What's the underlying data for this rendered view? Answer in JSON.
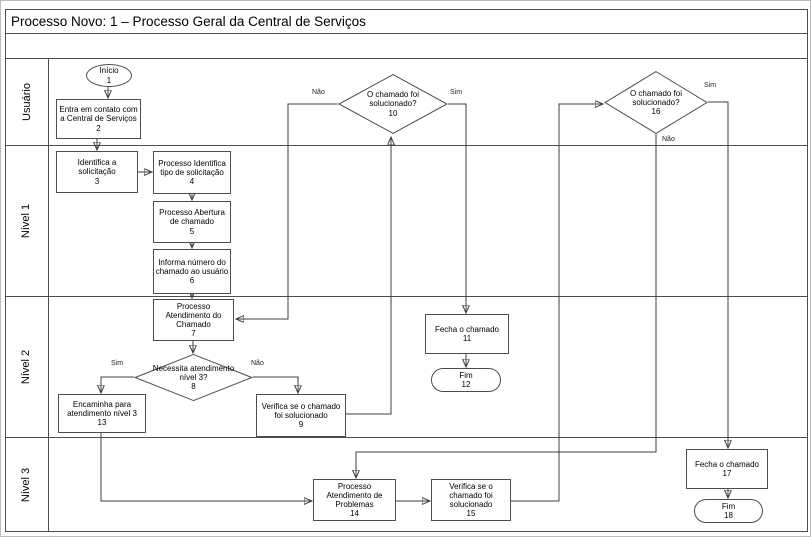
{
  "title": "Processo Novo: 1 – Processo Geral da Central de Serviços",
  "colors": {
    "line": "#3f3f3f",
    "node_border": "#4d4d4d",
    "background": "#ffffff",
    "text": "#000000"
  },
  "lanes": [
    {
      "label": "Usuário"
    },
    {
      "label": "Nível 1"
    },
    {
      "label": "Nível 2"
    },
    {
      "label": "Nível 3"
    }
  ],
  "nodes": [
    {
      "shape": "oval",
      "label": "Início",
      "num": "1"
    },
    {
      "shape": "rect",
      "label": "Entra em contato com a Central de Serviços",
      "num": "2"
    },
    {
      "shape": "rect",
      "label": "Identifica a solicitação",
      "num": "3"
    },
    {
      "shape": "rect",
      "label": "Processo Identifica tipo de solicitação",
      "num": "4"
    },
    {
      "shape": "rect",
      "label": "Processo Abertura de chamado",
      "num": "5"
    },
    {
      "shape": "rect",
      "label": "Informa número do chamado ao usuário",
      "num": "6"
    },
    {
      "shape": "rect",
      "label": "Processo Atendimento do Chamado",
      "num": "7"
    },
    {
      "shape": "diamond",
      "label": "Necessita atendimento nível 3?",
      "num": "8"
    },
    {
      "shape": "rect",
      "label": "Verifica se o chamado foi solucionado",
      "num": "9"
    },
    {
      "shape": "diamond",
      "label": "O chamado foi solucionado?",
      "num": "10"
    },
    {
      "shape": "rect",
      "label": "Fecha o chamado",
      "num": "11"
    },
    {
      "shape": "oval",
      "label": "Fim",
      "num": "12"
    },
    {
      "shape": "rect",
      "label": "Encaminha para atendimento nível 3",
      "num": "13"
    },
    {
      "shape": "rect",
      "label": "Processo Atendimento de Problemas",
      "num": "14"
    },
    {
      "shape": "rect",
      "label": "Verifica se o chamado foi solucionado",
      "num": "15"
    },
    {
      "shape": "diamond",
      "label": "O chamado foi solucionado?",
      "num": "16"
    },
    {
      "shape": "rect",
      "label": "Fecha o chamado",
      "num": "17"
    },
    {
      "shape": "oval",
      "label": "Fim",
      "num": "18"
    }
  ],
  "branch_labels": {
    "d8_sim": "Sim",
    "d8_nao": "Não",
    "d10_nao": "Não",
    "d10_sim": "Sim",
    "d16_sim": "Sim",
    "d16_nao": "Não"
  }
}
